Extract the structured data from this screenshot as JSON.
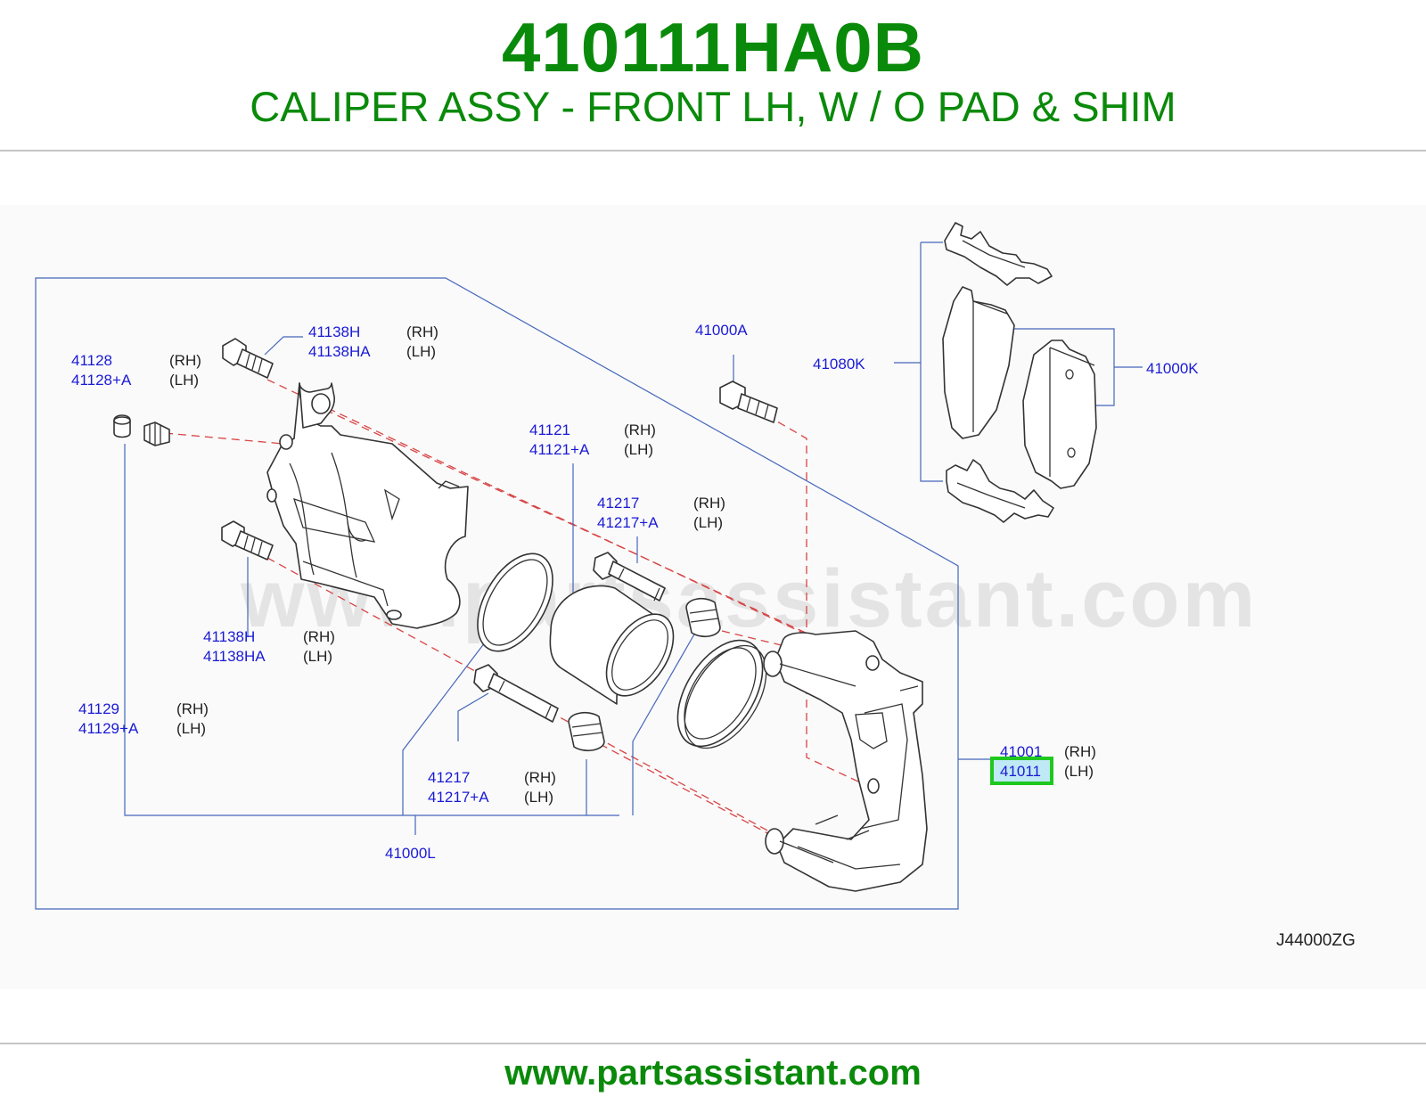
{
  "header": {
    "part_number": "410111HA0B",
    "description": "CALIPER ASSY - FRONT LH, W / O PAD & SHIM"
  },
  "diagram": {
    "callouts": {
      "c41138h_top": {
        "codes": [
          "41138H",
          "41138HA"
        ],
        "sides": [
          "(RH)",
          "(LH)"
        ]
      },
      "c41128": {
        "codes": [
          "41128",
          "41128+A"
        ],
        "sides": [
          "(RH)",
          "(LH)"
        ]
      },
      "c41000a": {
        "codes": [
          "41000A"
        ]
      },
      "c41080k": {
        "codes": [
          "41080K"
        ]
      },
      "c41000k": {
        "codes": [
          "41000K"
        ]
      },
      "c41121": {
        "codes": [
          "41121",
          "41121+A"
        ],
        "sides": [
          "(RH)",
          "(LH)"
        ]
      },
      "c41217_top": {
        "codes": [
          "41217",
          "41217+A"
        ],
        "sides": [
          "(RH)",
          "(LH)"
        ]
      },
      "c41138h_bottom": {
        "codes": [
          "41138H",
          "41138HA"
        ],
        "sides": [
          "(RH)",
          "(LH)"
        ]
      },
      "c41129": {
        "codes": [
          "41129",
          "41129+A"
        ],
        "sides": [
          "(RH)",
          "(LH)"
        ]
      },
      "c41217_bottom": {
        "codes": [
          "41217",
          "41217+A"
        ],
        "sides": [
          "(RH)",
          "(LH)"
        ]
      },
      "c41000l": {
        "codes": [
          "41000L"
        ]
      },
      "c41001": {
        "codes": [
          "41001",
          "41011"
        ],
        "sides": [
          "(RH)",
          "(LH)"
        ],
        "highlighted": "41011"
      }
    },
    "diagram_code": "J44000ZG",
    "watermark": "www.partsassistant.com",
    "highlight_color": "#1ec81e"
  },
  "footer": {
    "url": "www.partsassistant.com"
  },
  "colors": {
    "brand_green": "#0a8a0a",
    "callout_blue": "#1a1ad6",
    "leader_blue": "#4466bb",
    "centerline_red": "#d84444"
  }
}
